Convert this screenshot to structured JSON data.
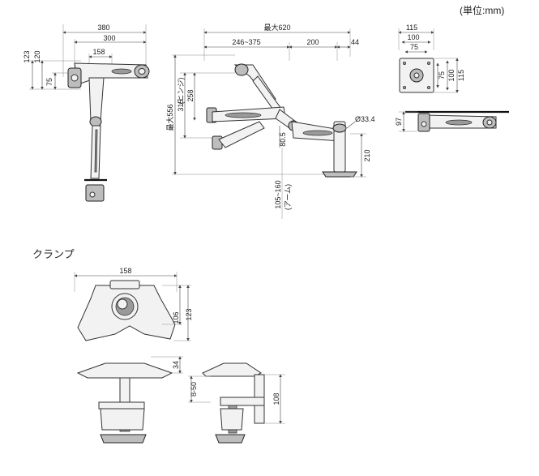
{
  "unit_label": "(単位:mm)",
  "clamp_title": "クランプ",
  "top_arm_view": {
    "dim_380": "380",
    "dim_300": "300",
    "dim_158": "158",
    "dim_123": "123",
    "dim_120": "120",
    "dim_75": "75"
  },
  "side_view": {
    "dim_max620": "最大620",
    "dim_246_375": "246~375",
    "dim_200": "200",
    "dim_44": "44",
    "dim_max556": "最大556",
    "dim_315": "315",
    "dim_hinge_note": "(ヒンジ)",
    "dim_258": "258",
    "dim_80_5": "80.5",
    "dim_phi33_4": "Ø33.4",
    "dim_210": "210",
    "dim_105_160": "105~160",
    "dim_arm_note": "(アーム)"
  },
  "vesa_plate": {
    "dim_115_top": "115",
    "dim_100_top": "100",
    "dim_75_top": "75",
    "dim_75_side": "75",
    "dim_100_side": "100",
    "dim_115_side": "115"
  },
  "top_right_view": {
    "dim_97": "97"
  },
  "clamp_views": {
    "dim_158": "158",
    "dim_106": "106",
    "dim_123": "123",
    "dim_34": "34",
    "dim_8_50": "8-50",
    "dim_108": "108"
  }
}
